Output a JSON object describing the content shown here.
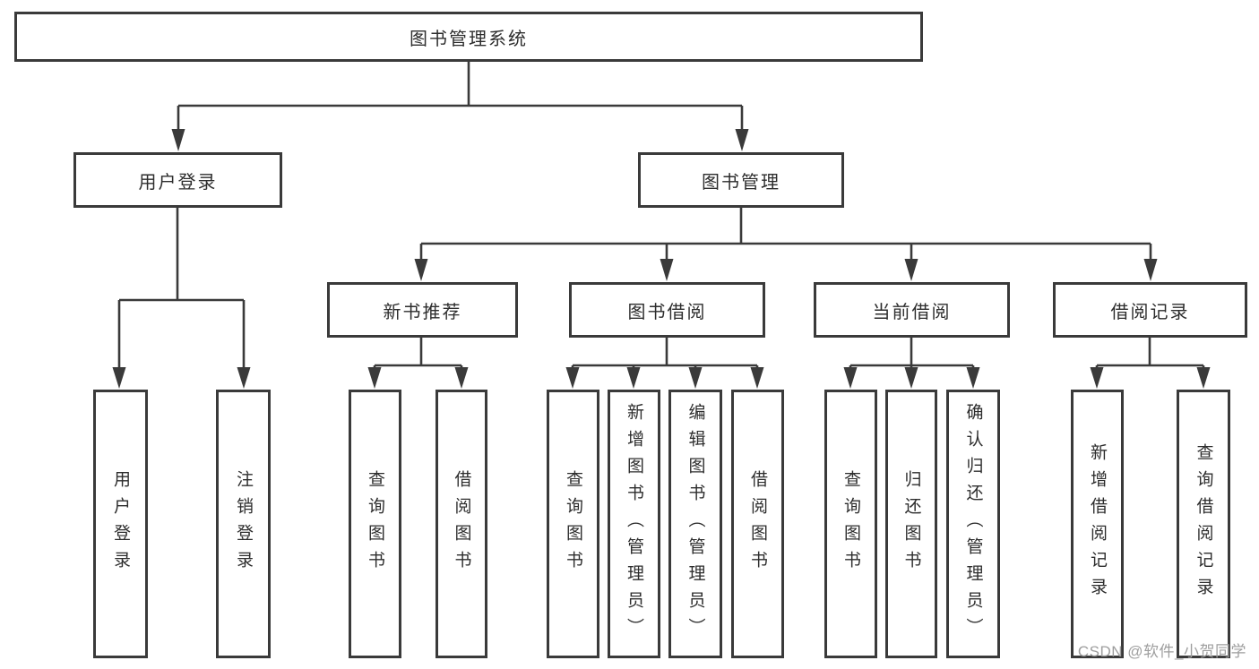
{
  "tree": {
    "label": "图书管理系统",
    "children": [
      {
        "label": "用户登录",
        "children": [
          {
            "label": "用户登录"
          },
          {
            "label": "注销登录"
          }
        ]
      },
      {
        "label": "图书管理",
        "children": [
          {
            "label": "新书推荐",
            "children": [
              {
                "label": "查询图书"
              },
              {
                "label": "借阅图书"
              }
            ]
          },
          {
            "label": "图书借阅",
            "children": [
              {
                "label": "查询图书"
              },
              {
                "label": "新增图书（管理员）"
              },
              {
                "label": "编辑图书（管理员）"
              },
              {
                "label": "借阅图书"
              }
            ]
          },
          {
            "label": "当前借阅",
            "children": [
              {
                "label": "查询图书"
              },
              {
                "label": "归还图书"
              },
              {
                "label": "确认归还（管理员）"
              }
            ]
          },
          {
            "label": "借阅记录",
            "children": [
              {
                "label": "新增借阅记录"
              },
              {
                "label": "查询借阅记录"
              }
            ]
          }
        ]
      }
    ]
  },
  "watermark": {
    "text": "CSDN @软件_小贺同学"
  },
  "colors": {
    "line": "#3a3a3a",
    "text": "#2d2d2d",
    "watermark": "#9e9e9e",
    "background": "#ffffff"
  }
}
